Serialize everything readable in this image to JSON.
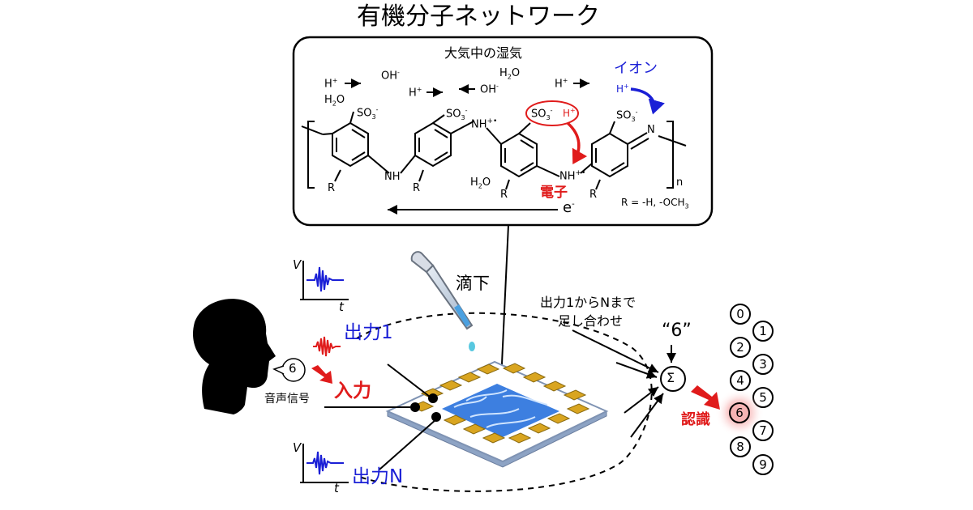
{
  "title": "有機分子ネットワーク",
  "molecule_panel": {
    "heading": "大気中の湿気",
    "ion_label": "イオン",
    "electron_label": "電子",
    "electron_symbol": "e",
    "electron_charge": "-",
    "r_definition": "R = -H, -OCH",
    "r_definition_sub": "3",
    "repeat_index": "n",
    "species": {
      "proton": "H",
      "proton_charge": "+",
      "water": "H",
      "water_sub": "2",
      "water_o": "O",
      "hydroxide": "OH",
      "hydroxide_charge": "-",
      "sulfonate": "SO",
      "sulfonate_sub": "3",
      "sulfonate_charge": "-",
      "amine": "NH",
      "radical_cation": "NH",
      "radical_cation_charge": "+•",
      "imine": "N",
      "substituent": "R"
    }
  },
  "device": {
    "drop_label": "滴下",
    "output1_label": "出力1",
    "outputN_label": "出力N",
    "input_label": "入力",
    "speech_signal_label": "音声信号",
    "speech_digit": "6",
    "sum_note_line1": "出力1からNまで",
    "sum_note_line2": "足し合わせ",
    "result_quote": "“6”",
    "sum_symbol": "Σ",
    "recognition_label": "認識",
    "plot_axis_v": "V",
    "plot_axis_t": "t"
  },
  "digits": [
    "0",
    "1",
    "2",
    "3",
    "4",
    "5",
    "6",
    "7",
    "8",
    "9"
  ],
  "highlighted_digit": "6",
  "colors": {
    "blue": "#1a1fd6",
    "red": "#e01b1b",
    "pad": "#d9a520",
    "network": "#3d7fe0",
    "substrate": "#aab9d0",
    "highlight": "#f7b4b4"
  }
}
